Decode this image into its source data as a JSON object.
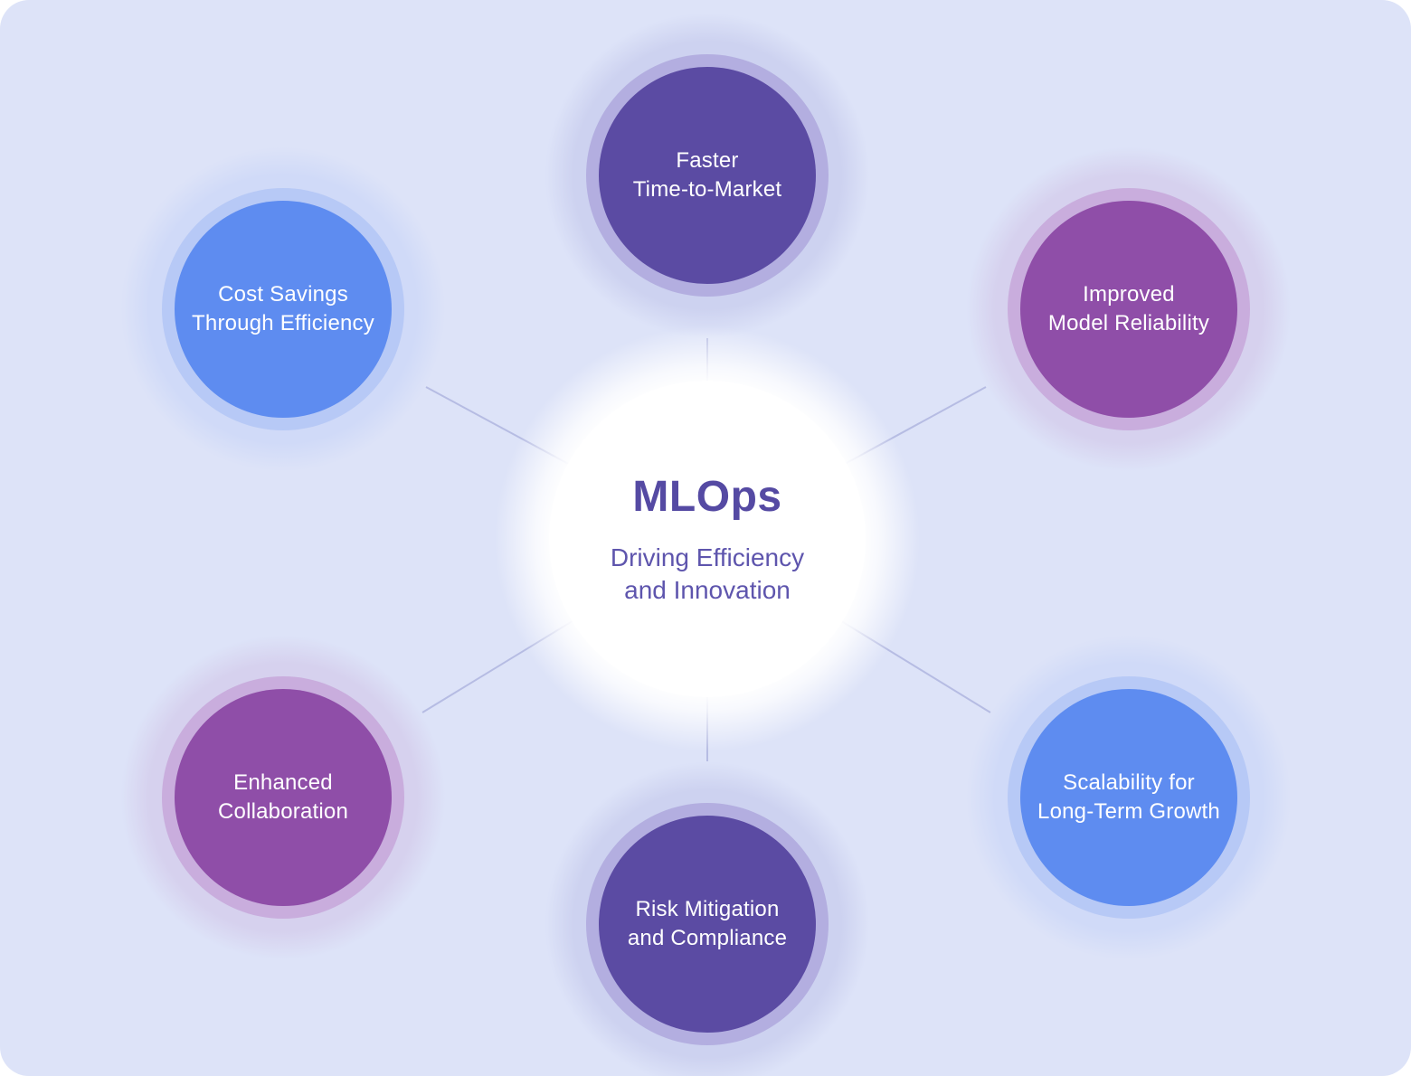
{
  "colors": {
    "background": "#dde3f8",
    "connector": "#b6bce3",
    "hub_title": "#554aa3",
    "hub_subtitle": "#5e55ad",
    "node_text": "#ffffff",
    "purple": {
      "fill": "#5b4ba3",
      "ring": "#b3aee0",
      "halo": "#cdd2f0"
    },
    "blue": {
      "fill": "#5e8cf0",
      "ring": "#b7c9f6",
      "halo": "#d0daf8"
    },
    "magenta": {
      "fill": "#8f4ea8",
      "ring": "#c9addd",
      "halo": "#d6d1ee"
    }
  },
  "hub": {
    "title": "MLOps",
    "subtitle": "Driving Efficiency\nand Innovation"
  },
  "nodes": [
    {
      "id": "faster-time-to-market",
      "label": "Faster\nTime-to-Market",
      "palette": "purple",
      "position": "top"
    },
    {
      "id": "improved-model-reliability",
      "label": "Improved\nModel Reliability",
      "palette": "magenta",
      "position": "top-right"
    },
    {
      "id": "scalability-for-long-term-growth",
      "label": "Scalability for\nLong-Term Growth",
      "palette": "blue",
      "position": "bottom-right"
    },
    {
      "id": "risk-mitigation-and-compliance",
      "label": "Risk Mitigation\nand Compliance",
      "palette": "purple",
      "position": "bottom"
    },
    {
      "id": "enhanced-collaboration",
      "label": "Enhanced\nCollaboration",
      "palette": "magenta",
      "position": "bottom-left"
    },
    {
      "id": "cost-savings-through-efficiency",
      "label": "Cost Savings\nThrough Efficiency",
      "palette": "blue",
      "position": "top-left"
    }
  ]
}
